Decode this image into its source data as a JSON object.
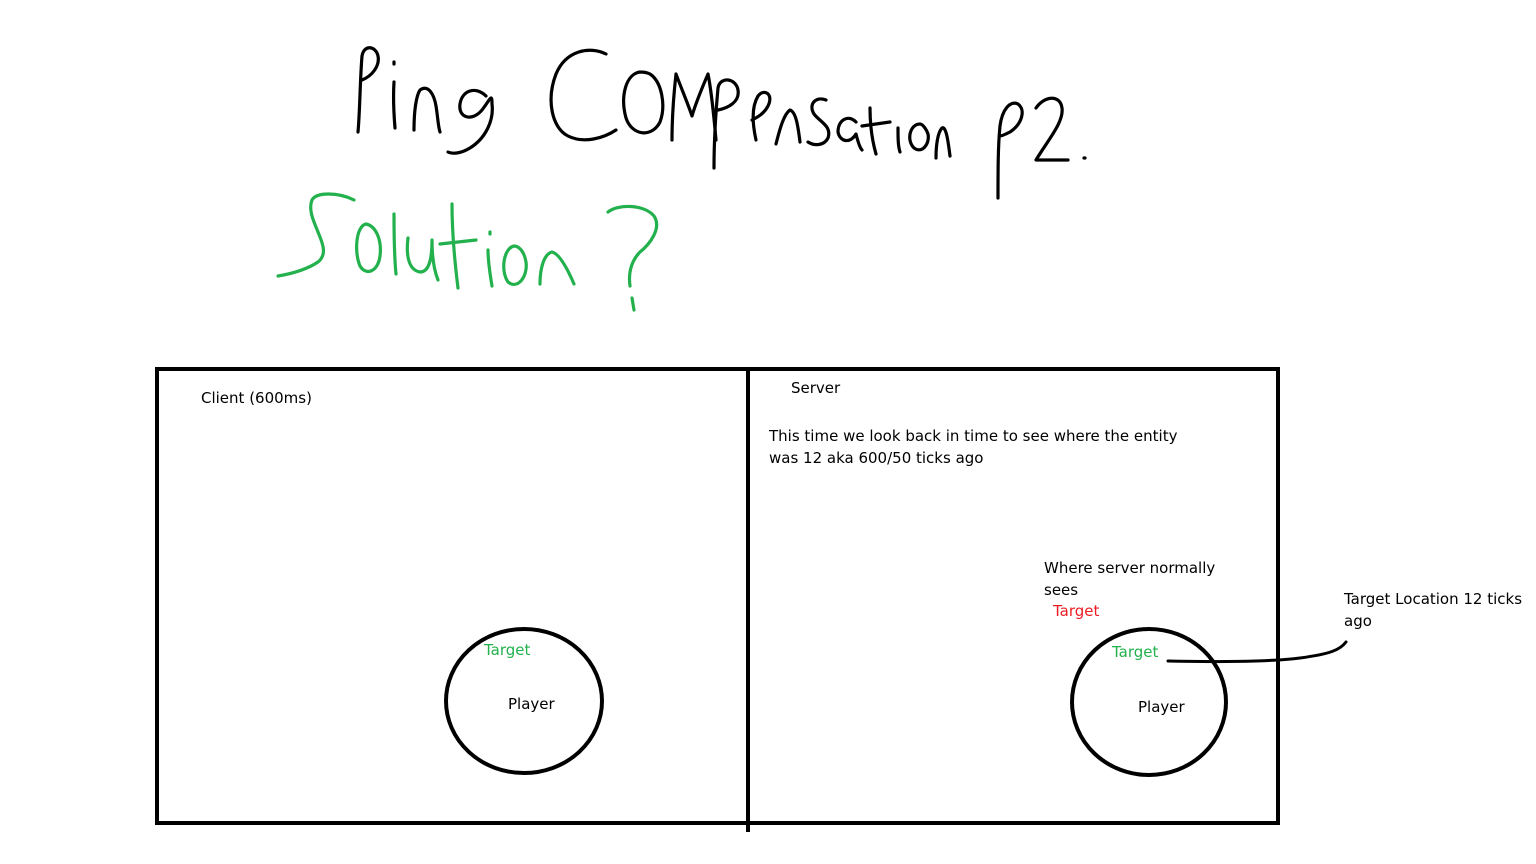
{
  "title": "Ping Compensation p2",
  "subtitle": "Solution?",
  "colors": {
    "ink": "#000000",
    "green": "#22b14c",
    "red": "#ed1c24"
  },
  "client_panel": {
    "label": "Client (600ms)",
    "target_label": "Target",
    "player_label": "Player"
  },
  "server_panel": {
    "label": "Server",
    "description": "This time we look back in time to see where the entity was 12 aka 600/50 ticks ago",
    "normal_view_note": "Where server normally sees",
    "normal_target_label": "Target",
    "rewound_target_label": "Target",
    "player_label": "Player"
  },
  "callout": {
    "text": "Target Location 12 ticks ago"
  }
}
